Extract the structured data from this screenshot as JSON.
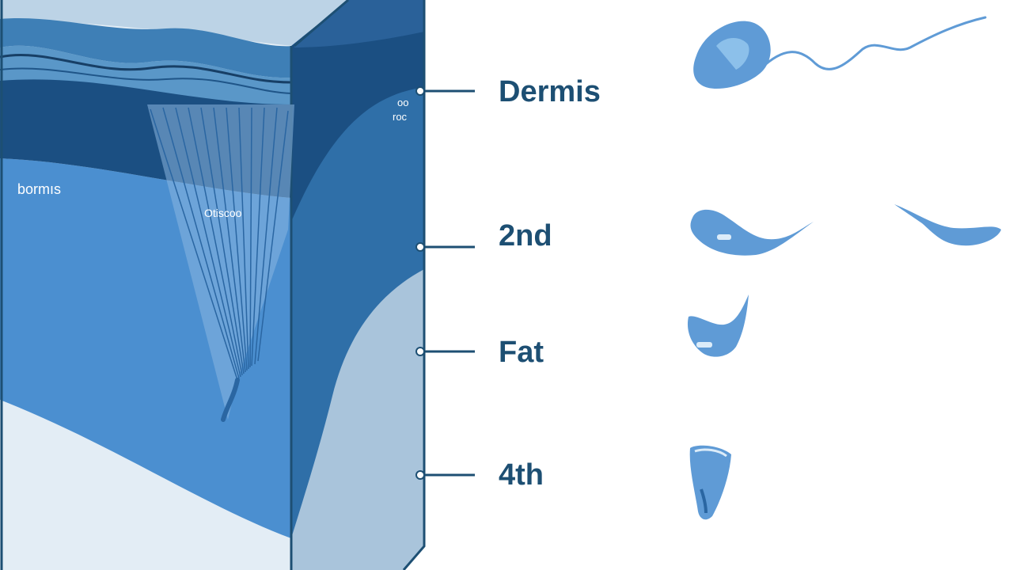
{
  "labels": [
    {
      "text": "Dermis"
    },
    {
      "text": "2nd"
    },
    {
      "text": "Fat"
    },
    {
      "text": "4th"
    }
  ],
  "block": {
    "left_label": "bormıs",
    "center_label": "Otiscoo",
    "right_label_line1": "oo",
    "right_label_line2": "roc"
  },
  "colors": {
    "navy": "#1d4f73",
    "top_surface": "#bcd3e6",
    "layer_dark": "#1b4f82",
    "layer_mid": "#2f6fa8",
    "layer_light": "#4b8fd0",
    "base": "#e3edf5",
    "side_base": "#a9c4db",
    "glyph": "#5f9bd6"
  },
  "glyph_icons": [
    "sperm-like-glyph",
    "drop-glyph",
    "wisp-glyph",
    "cup-glyph",
    "cone-glyph"
  ]
}
